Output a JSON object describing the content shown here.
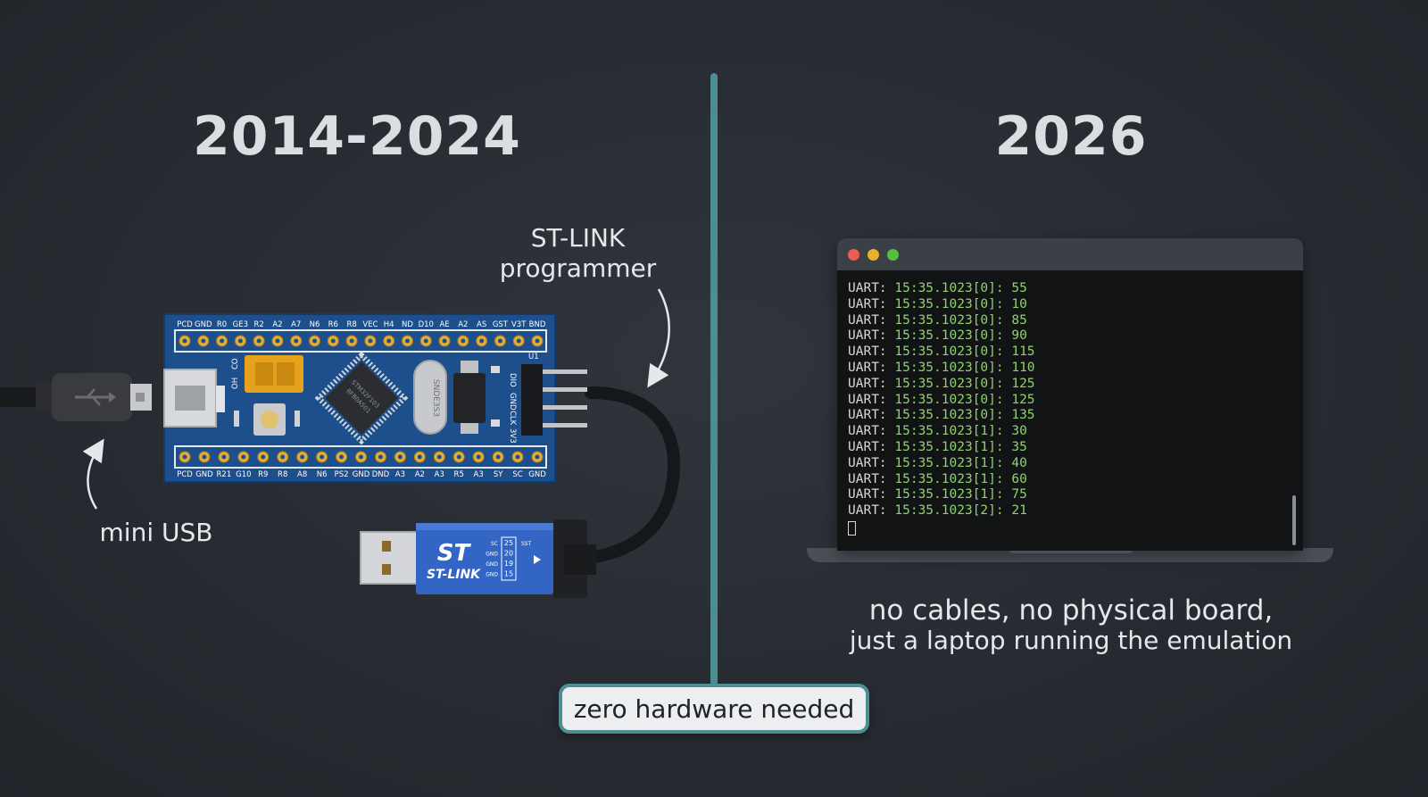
{
  "left_heading": "2014-2024",
  "right_heading": "2026",
  "stlink_label": [
    "ST-LINK",
    "programmer"
  ],
  "usb_label": "mini USB",
  "board": {
    "top_pins": [
      "PCD",
      "GND",
      "R0",
      "GE3",
      "R2",
      "A2",
      "A7",
      "N6",
      "R6",
      "R8",
      "VEC",
      "H4",
      "ND",
      "D10",
      "AE",
      "A2",
      "AS",
      "GST",
      "V3T",
      "BND"
    ],
    "bottom_pins": [
      "PCD",
      "GND",
      "R21",
      "G10",
      "R9",
      "R8",
      "A8",
      "N6",
      "PS2",
      "GND",
      "DND",
      "A3",
      "A2",
      "A3",
      "R5",
      "A3",
      "SY",
      "SC",
      "GND"
    ],
    "chip_text": [
      "STM32F103",
      "8F80A501"
    ],
    "crystal_text": "SNDE3S3",
    "u1_label": "U1",
    "jumper_text": [
      "CO",
      "OH"
    ],
    "header_labels": [
      "DIO",
      "GND",
      "CLK",
      "3V3"
    ]
  },
  "stlink_dongle": {
    "brand_logo": "ST",
    "brand_text": "ST-LINK",
    "pin_labels": [
      "SC",
      "GND",
      "GND",
      "GND"
    ],
    "pin_numbers": [
      "25",
      "20",
      "19",
      "15"
    ],
    "top_right": "SST"
  },
  "terminal": {
    "lines": [
      {
        "prefix": "UART:",
        "stamp": "15:35.1023[0]:",
        "value": "55"
      },
      {
        "prefix": "UART:",
        "stamp": "15:35.1023[0]:",
        "value": "10"
      },
      {
        "prefix": "UART:",
        "stamp": "15:35.1023[0]:",
        "value": "85"
      },
      {
        "prefix": "UART:",
        "stamp": "15:35.1023[0]:",
        "value": "90"
      },
      {
        "prefix": "UART:",
        "stamp": "15:35.1023[0]:",
        "value": "115"
      },
      {
        "prefix": "UART:",
        "stamp": "15:35.1023[0]:",
        "value": "110"
      },
      {
        "prefix": "UART:",
        "stamp": "15:35.1023[0]:",
        "value": "125"
      },
      {
        "prefix": "UART:",
        "stamp": "15:35.1023[0]:",
        "value": "125"
      },
      {
        "prefix": "UART:",
        "stamp": "15:35.1023[0]:",
        "value": "135"
      },
      {
        "prefix": "UART:",
        "stamp": "15:35.1023[1]:",
        "value": "30"
      },
      {
        "prefix": "UART:",
        "stamp": "15:35.1023[1]:",
        "value": "35"
      },
      {
        "prefix": "UART:",
        "stamp": "15:35.1023[1]:",
        "value": "40"
      },
      {
        "prefix": "UART:",
        "stamp": "15:35.1023[1]:",
        "value": "60"
      },
      {
        "prefix": "UART:",
        "stamp": "15:35.1023[1]:",
        "value": "75"
      },
      {
        "prefix": "UART:",
        "stamp": "15:35.1023[2]:",
        "value": "21"
      }
    ]
  },
  "caption_line1": "no cables, no physical board,",
  "caption_line2": "just a laptop running the emulation",
  "badge": "zero hardware needed",
  "colors": {
    "background": "#272b31",
    "divider": "#4b8f94",
    "board": "#1c4f8c",
    "terminal_green": "#8fd36e",
    "dongle": "#3366c4"
  }
}
